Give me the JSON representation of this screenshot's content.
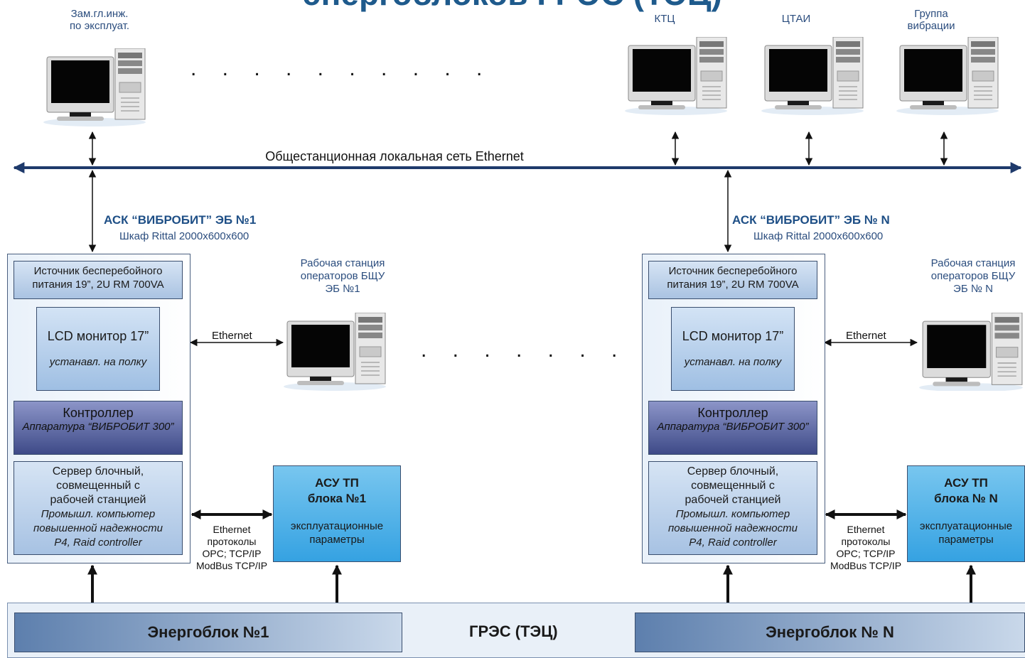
{
  "title": "энергоблоков ГРЭС (ТЭЦ)",
  "workstations_top": {
    "left": "Зам.гл.инж.\nпо эксплуат.",
    "ktc": "КТЦ",
    "ctai": "ЦТАИ",
    "vibr": "Группа\nвибрации"
  },
  "network_label": "Общестанционная локальная сеть Ethernet",
  "units": [
    {
      "ask_title": "АСК “ВИБРОБИТ” ЭБ №1",
      "ask_sub": "Шкаф Rittal 2000x600x600",
      "ups": "Источник бесперебойного питания 19”, 2U RM 700VA",
      "lcd_title": "LCD монитор 17”",
      "lcd_sub": "устанавл. на полку",
      "ctrl_title": "Контроллер",
      "ctrl_sub": "Аппаратура “ВИБРОБИТ 300”",
      "srv_1": "Сервер блочный,",
      "srv_2": "совмещенный с",
      "srv_3": "рабочей станцией",
      "srv_4": "Промышл. компьютер",
      "srv_5": "повышенной надежности",
      "srv_6": "P4, Raid controller",
      "ws_label": "Рабочая станция\nоператоров БЩУ\nЭБ №1",
      "ethernet": "Ethernet",
      "proto": "Ethernet\nпротоколы\nOPC; TCP/IP\nModBus TCP/IP",
      "acs_title": "АСУ ТП\nблока №1",
      "acs_sub": "эксплуатационные\nпараметры",
      "energo": "Энергоблок №1"
    },
    {
      "ask_title": "АСК “ВИБРОБИТ” ЭБ № N",
      "ask_sub": "Шкаф Rittal 2000x600x600",
      "ups": "Источник бесперебойного питания 19”, 2U RM 700VA",
      "lcd_title": "LCD монитор 17”",
      "lcd_sub": "устанавл. на полку",
      "ctrl_title": "Контроллер",
      "ctrl_sub": "Аппаратура “ВИБРОБИТ 300”",
      "srv_1": "Сервер блочный,",
      "srv_2": "совмещенный с",
      "srv_3": "рабочей станцией",
      "srv_4": "Промышл. компьютер",
      "srv_5": "повышенной надежности",
      "srv_6": "P4, Raid controller",
      "ws_label": "Рабочая станция\nоператоров БЩУ\nЭБ № N",
      "ethernet": "Ethernet",
      "proto": "Ethernet\nпротоколы\nOPC; TCP/IP\nModBus TCP/IP",
      "acs_title": "АСУ ТП\nблока № N",
      "acs_sub": "эксплуатационные\nпараметры",
      "energo": "Энергоблок № N"
    }
  ],
  "grs_label": "ГРЭС (ТЭЦ)",
  "dots": ". . . . . . . . . ."
}
